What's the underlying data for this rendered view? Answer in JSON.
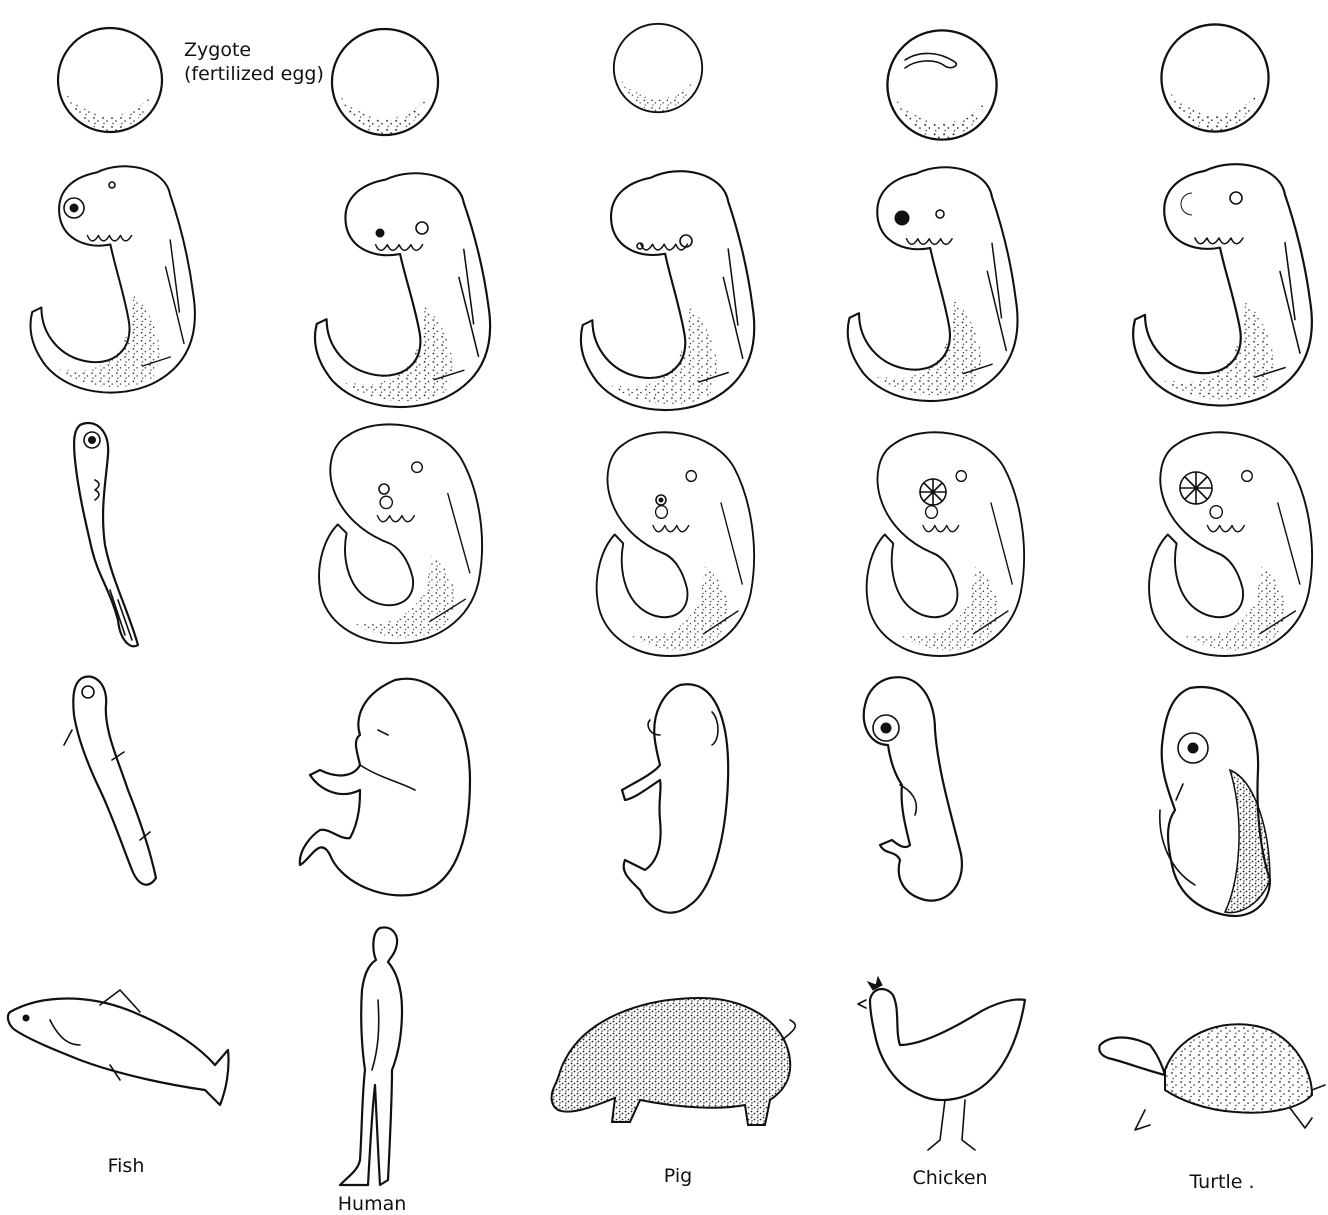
{
  "zygote_label": {
    "line1": "Zygote",
    "line2": "(fertilized egg)"
  },
  "organisms": [
    {
      "id": "fish",
      "name": "Fish"
    },
    {
      "id": "human",
      "name": "Human"
    },
    {
      "id": "pig",
      "name": "Pig"
    },
    {
      "id": "chicken",
      "name": "Chicken"
    },
    {
      "id": "turtle",
      "name": "Turtle ."
    }
  ],
  "rows": 5,
  "columns": 5
}
